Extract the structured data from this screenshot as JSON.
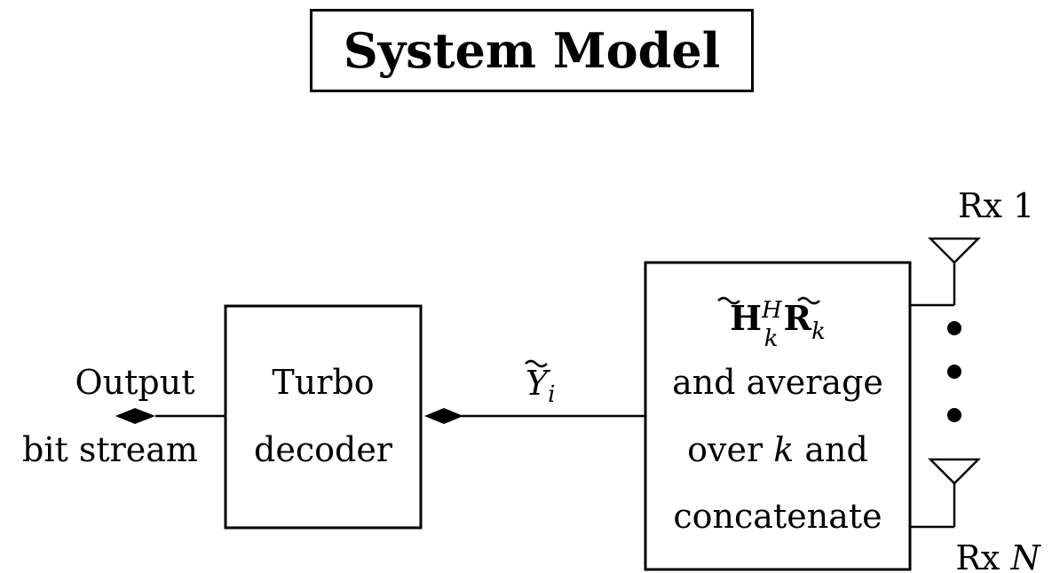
{
  "title": "System Model",
  "output_label": {
    "line1": "Output",
    "line2": "bit stream"
  },
  "turbo_block": {
    "line1": "Turbo",
    "line2": "decoder"
  },
  "signal_label": {
    "base": "Y",
    "sub": "i"
  },
  "processing_block": {
    "math_H": "H",
    "math_H_sup": "H",
    "math_H_sub": "k",
    "math_R": "R",
    "math_R_sub": "k",
    "line2": "and average",
    "line3_pre": "over ",
    "line3_var": "k",
    "line3_post": " and",
    "line4": "concatenate"
  },
  "antenna_top_label": "Rx 1",
  "antenna_bottom_label": {
    "pre": "Rx ",
    "var": "N"
  }
}
